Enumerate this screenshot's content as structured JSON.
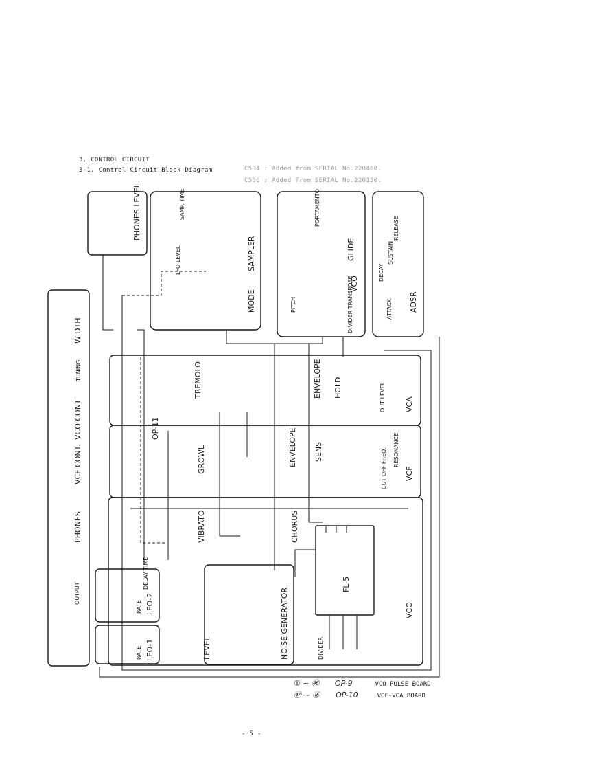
{
  "header": {
    "section": "3. CONTROL CIRCUIT",
    "subsection": "3-1. Control Circuit Block Diagram",
    "note1": "C504 : Added from SERIAL No.220400.",
    "note2": "C506 : Added from SERIAL No.220150."
  },
  "blocks": {
    "phones_level": "PHONES LEVEL",
    "sampler": "SAMPLER",
    "mode": "MODE",
    "vco_top": "VCO",
    "adsr": "ADSR",
    "width": "WIDTH",
    "tuning": "TUNING",
    "vco_cont": "VCO CONT",
    "vcf_cont": "VCF CONT.",
    "phones": "PHONES",
    "output": "OUTPUT",
    "tremolo": "TREMOLO",
    "envelope_vca": "ENVELOPE",
    "hold": "HOLD",
    "out_level": "OUT LEVEL",
    "vca": "VCA",
    "growl": "GROWL",
    "envelope_vcf": "ENVELOPE",
    "sens": "SENS",
    "resonance": "RESONANCE",
    "cutoff": "CUT OFF FREQ.",
    "vcf": "VCF",
    "vibrato": "VIBRATO",
    "chorus": "CHORUS",
    "fl5": "FL-5",
    "vco_bottom": "VCO",
    "divider": "DIVIDER",
    "op11": "OP-11",
    "noise_generator": "NOISE GENERATOR",
    "level": "LEVEL",
    "lfo2": "LFO-2",
    "lfo1": "LFO-1",
    "rate_lfo2": "RATE",
    "rate_lfo1": "RATE",
    "delay_time": "DELAY TIME",
    "pitch": "PITCH",
    "glide": "GLIDE",
    "divider_transpose": "DIVIDER TRANSPOSE",
    "attack": "ATTACK",
    "decay": "DECAY",
    "sustain": "SUSTAIN",
    "release": "RELEASE",
    "samp_time": "SAMP. TIME",
    "lfo_level": "LFO LEVEL",
    "portamento": "PORTAMENTO"
  },
  "legend": {
    "row1_range": "① ~ ㊻",
    "row1_board": "OP-9",
    "row1_desc": "VCO PULSE BOARD",
    "row2_range": "㊼ ~ ⑯",
    "row2_board": "OP-10",
    "row2_desc": "VCF-VCA BOARD"
  },
  "page_number": "- 5 -"
}
